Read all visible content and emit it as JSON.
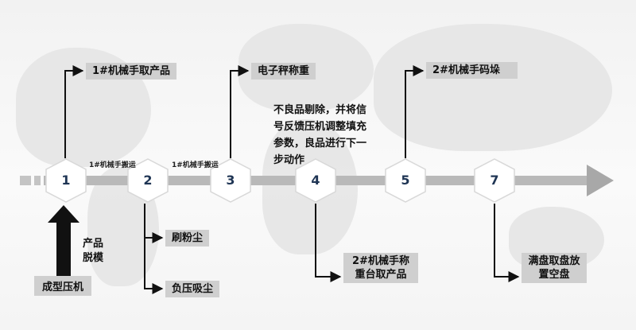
{
  "steps": [
    {
      "num": "1",
      "label": "1#机械手取产品"
    },
    {
      "num": "2",
      "labels": [
        "刷粉尘",
        "负压吸尘"
      ]
    },
    {
      "num": "3",
      "label": "电子秤称重"
    },
    {
      "num": "4",
      "label": "2#机械手称重台取产品"
    },
    {
      "num": "5",
      "label": "2#机械手码垛"
    },
    {
      "num": "7",
      "label": "满盘取盘放置空盘"
    }
  ],
  "transfers": [
    "1#机械手搬运",
    "1#机械手搬运"
  ],
  "note": "不良品剔除，并将信\n号反馈压机调整填充\n参数，良品进行下一\n步动作",
  "press": {
    "label": "产品\n脱模",
    "name": "成型压机"
  },
  "colors": {
    "box": "#cfcfcf",
    "line": "#b5b5b5",
    "number": "#1f3554",
    "arrow": "#111111"
  }
}
